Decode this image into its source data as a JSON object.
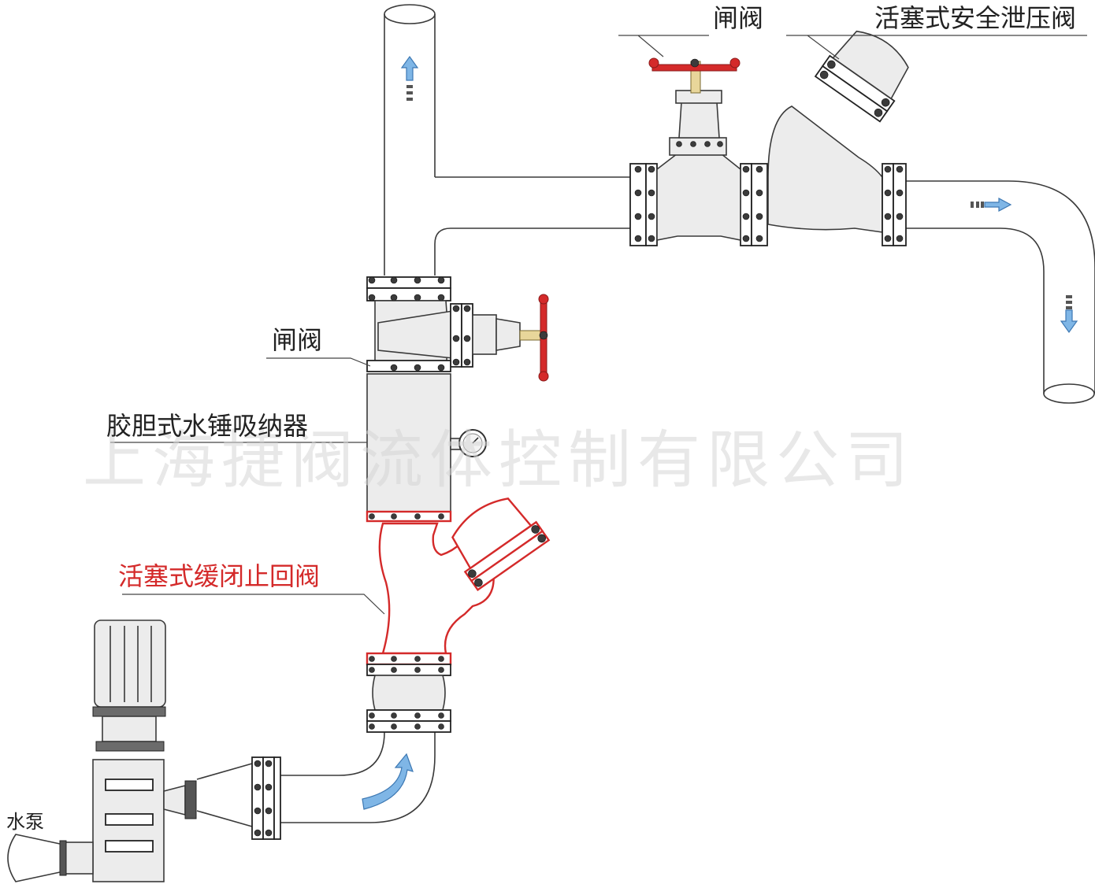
{
  "labels": {
    "gate_valve_top": "闸阀",
    "piston_relief_valve": "活塞式安全泄压阀",
    "gate_valve_side": "闸阀",
    "bladder_arrester": "胶胆式水锤吸纳器",
    "piston_check_valve": "活塞式缓闭止回阀",
    "pump": "水泵"
  },
  "watermark": "上海捷阀流体控制有限公司",
  "colors": {
    "highlight": "#d42a2a",
    "arrow": "#7fb6e6",
    "line": "#3a3a3a"
  }
}
